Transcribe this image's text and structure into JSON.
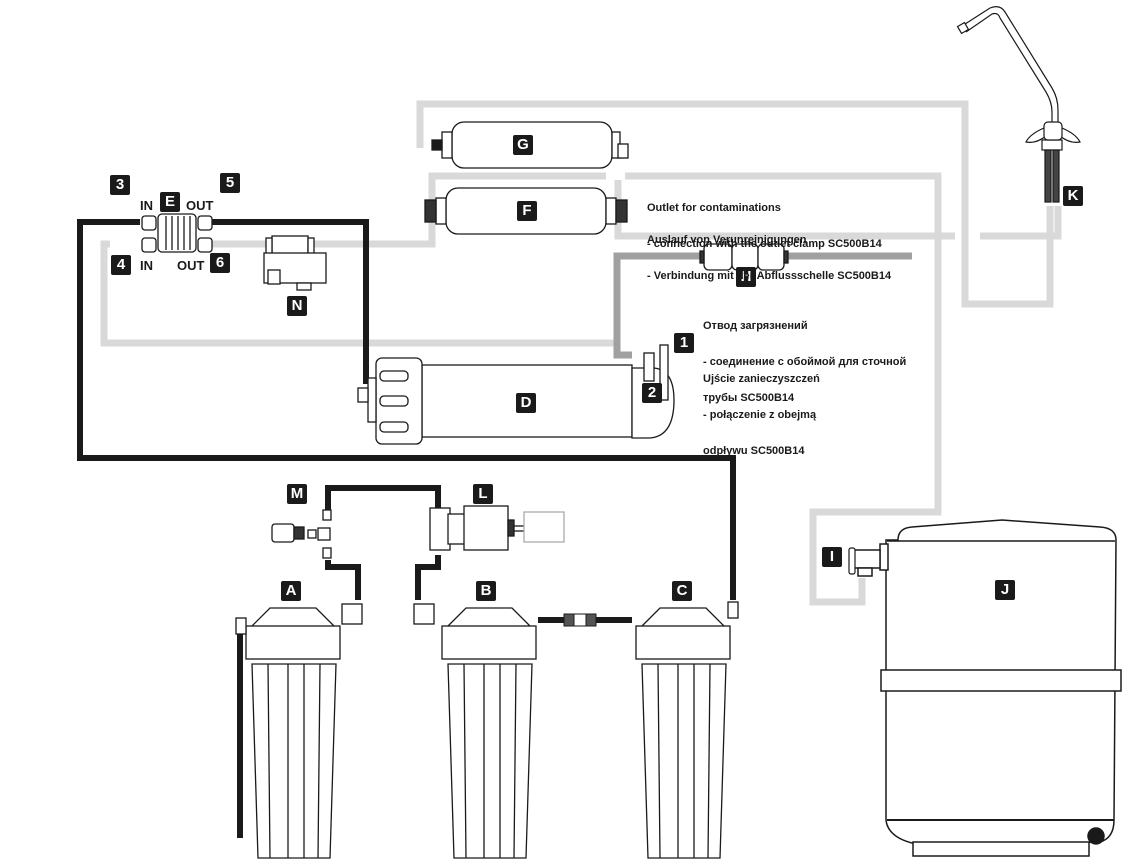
{
  "title": "Reverse osmosis system connection diagram",
  "colors": {
    "label_bg": "#1a1a1a",
    "label_fg": "#ffffff",
    "feed_tube": "#1a1a1a",
    "product_tube": "#d9d9d9",
    "drain_tube": "#a0a0a0"
  },
  "labels": {
    "A": "A",
    "B": "B",
    "C": "C",
    "D": "D",
    "E": "E",
    "F": "F",
    "G": "G",
    "H": "H",
    "I": "I",
    "J": "J",
    "K": "K",
    "L": "L",
    "M": "M",
    "N": "N"
  },
  "ports": {
    "p1": "1",
    "p2": "2",
    "p3": "3",
    "p4": "4",
    "p5": "5",
    "p6": "6",
    "e_in_top": "IN",
    "e_out_top": "OUT",
    "e_in_bottom": "IN",
    "e_out_bottom": "OUT"
  },
  "notes": {
    "outlet_en": [
      "Outlet for contaminations",
      "- connection with the outlet clamp SC500B14"
    ],
    "outlet_de": [
      "Auslauf von Verunreinigungen",
      "- Verbindung mit der Abflussschelle  SC500B14"
    ],
    "outlet_ru": [
      "Отвод загрязнений",
      "- соединение с обоймой для сточной",
      "трубы SC500B14"
    ],
    "outlet_pl": [
      "Ujście zanieczyszczeń",
      "- połączenie z obejmą",
      "odpływu SC500B14"
    ]
  }
}
